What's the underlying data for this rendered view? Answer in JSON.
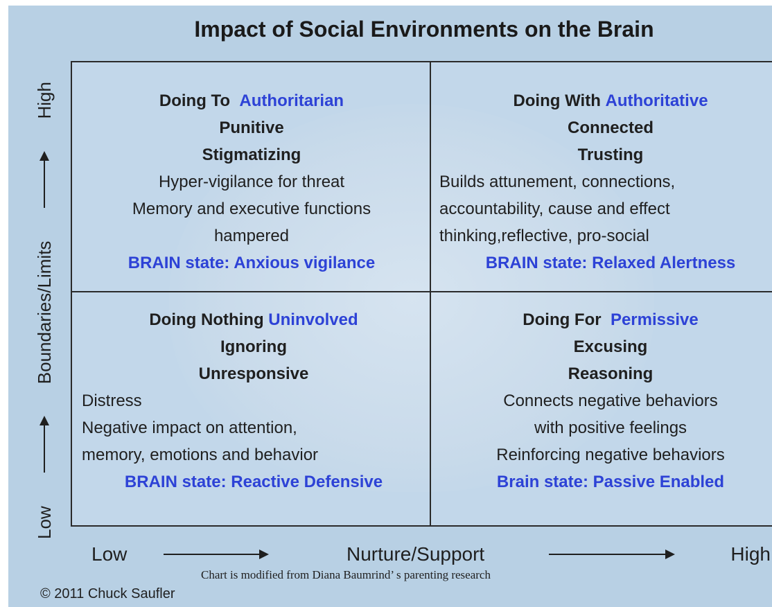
{
  "title": "Impact of Social Environments on the Brain",
  "quadrants": {
    "top_left": {
      "heading": "Doing To",
      "style": "Authoritarian",
      "traits": [
        "Punitive",
        "Stigmatizing"
      ],
      "effects": [
        "Hyper-vigilance for threat",
        "Memory and executive functions",
        "hampered"
      ],
      "brain_state": "BRAIN state: Anxious vigilance"
    },
    "top_right": {
      "heading": "Doing With",
      "style": "Authoritative",
      "traits": [
        "Connected",
        "Trusting"
      ],
      "effects": [
        "Builds attunement, connections,",
        "accountability, cause and effect",
        "thinking,reflective, pro-social"
      ],
      "brain_state": "BRAIN state: Relaxed Alertness"
    },
    "bottom_left": {
      "heading": "Doing Nothing",
      "style": "Uninvolved",
      "traits": [
        "Ignoring",
        "Unresponsive"
      ],
      "effects": [
        "Distress",
        "Negative impact on attention,",
        "memory, emotions and behavior"
      ],
      "brain_state": "BRAIN state: Reactive Defensive"
    },
    "bottom_right": {
      "heading": "Doing For",
      "style": "Permissive",
      "traits": [
        "Excusing",
        "Reasoning"
      ],
      "effects": [
        "Connects negative behaviors",
        "with positive feelings",
        "Reinforcing negative behaviors"
      ],
      "brain_state": "Brain state: Passive Enabled"
    }
  },
  "y_axis": {
    "low": "Low",
    "label": "Boundaries/Limits",
    "high": "High"
  },
  "x_axis": {
    "low": "Low",
    "label": "Nurture/Support",
    "high": "High"
  },
  "credit": "Chart is modified from Diana Baumrind’ s parenting research",
  "copyright": "© 2011 Chuck Saufler",
  "colors": {
    "background": "#b8d0e4",
    "accent_blue": "#2d42d6",
    "text": "#1f1f1f"
  }
}
